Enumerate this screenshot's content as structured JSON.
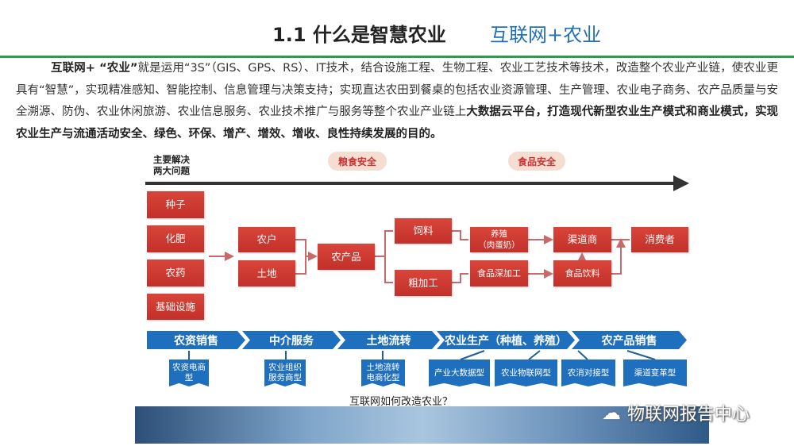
{
  "header": {
    "title": "1.1 什么是智慧农业",
    "subtitle": "互联网+农业"
  },
  "paragraph": {
    "bold_start": "互联网+ “农业”",
    "text1": "就是运用“3S”（GIS、GPS、RS）、IT技术，结合设施工程、生物工程、农业工艺技术等技术，改造整个农业产业链，使农业更具有“智慧”，实现精准感知、智能控制、信息管理与决策支持；实现直达农田到餐桌的包括农业资源管理、生产管理、农业电子商务、农产品质量与安全溯源、防伪、农业休闲旅游、农业信息服务、农业技术推广与服务等整个农业产业链上",
    "bold_end": "大数据云平台，打造现代新型农业生产模式和商业模式，实现农业生产与流通活动安全、绿色、环保、增产、增效、增收、良性持续发展的目的。"
  },
  "diagram": {
    "problems_label_1": "主要解决",
    "problems_label_2": "两大问题",
    "pills": [
      "粮食安全",
      "食品安全"
    ],
    "inputs": [
      "种子",
      "化肥",
      "农药",
      "基础设施"
    ],
    "nodes": {
      "farmer": "农户",
      "land": "土地",
      "product": "农产品",
      "feed": "饲料",
      "rough": "粗加工",
      "breed_1": "养殖",
      "breed_2": "（肉蛋奶）",
      "deep": "食品深加工",
      "channel": "渠道商",
      "beverage": "食品饮料",
      "consumer": "消费者"
    },
    "stages": [
      "农资销售",
      "中介服务",
      "土地流转",
      "农业生产（种植、养殖）",
      "农产品销售"
    ],
    "models": [
      "农资电商型",
      "农业组织服务商型",
      "土地流转电商化型",
      "产业大数据型",
      "农业物联网型",
      "农消对接型",
      "渠道变革型"
    ],
    "caption": "互联网如何改造农业？"
  },
  "watermark": "物联网报告中心",
  "colors": {
    "accent_green": "#2f9a4c",
    "blue": "#1f6fbf",
    "red": "#c9362d"
  }
}
